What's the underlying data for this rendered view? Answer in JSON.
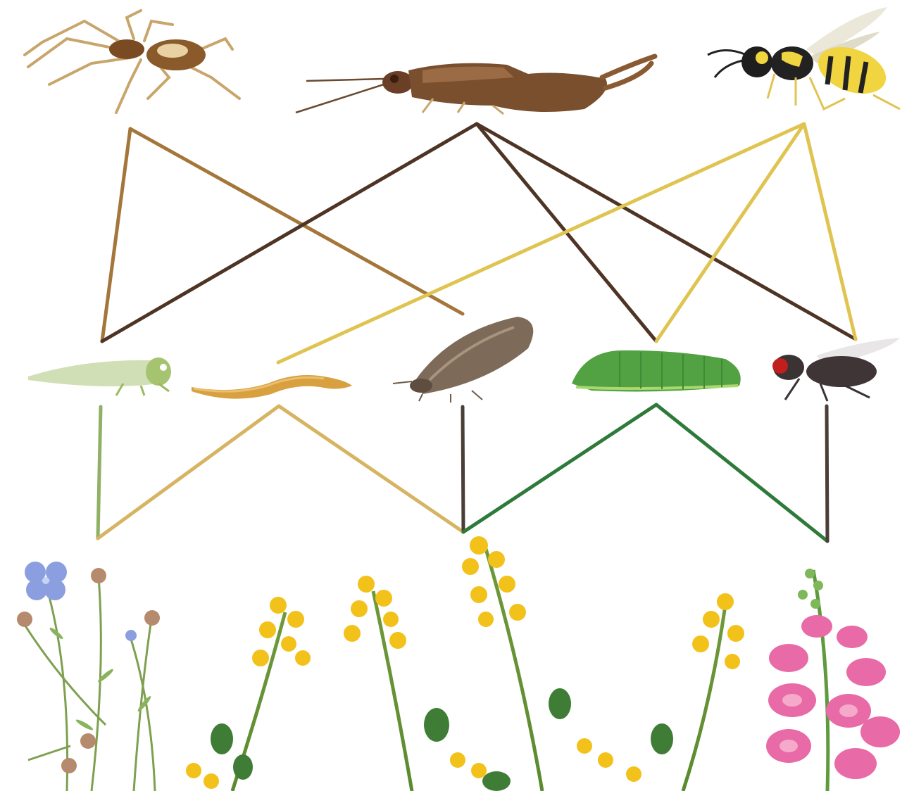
{
  "title": "",
  "predators": [
    {
      "id": "spider",
      "icon": "spider-icon",
      "color": "#a5763a"
    },
    {
      "id": "earwig",
      "icon": "earwig-icon",
      "color": "#4e3424"
    },
    {
      "id": "wasp",
      "icon": "wasp-icon",
      "color": "#e0c451"
    }
  ],
  "herbivores": [
    {
      "id": "leafhopper",
      "icon": "leafhopper-icon",
      "color": "#8fb066"
    },
    {
      "id": "larva",
      "icon": "larva-icon",
      "color": "#d6b462"
    },
    {
      "id": "psyllid",
      "icon": "moth-icon",
      "color": "#4a3e37"
    },
    {
      "id": "caterpillar",
      "icon": "caterpillar-icon",
      "color": "#2e7a3a"
    },
    {
      "id": "fly",
      "icon": "fly-icon",
      "color": "#4a3e37"
    }
  ],
  "plants": [
    {
      "id": "flax",
      "icon": "flax-flower-icon"
    },
    {
      "id": "mustard-1",
      "icon": "yellow-crucifer-icon"
    },
    {
      "id": "mustard-2",
      "icon": "yellow-crucifer-icon"
    },
    {
      "id": "mustard-3",
      "icon": "yellow-crucifer-icon"
    },
    {
      "id": "mustard-4",
      "icon": "yellow-crucifer-icon"
    },
    {
      "id": "snapdragon",
      "icon": "snapdragon-flower-icon"
    }
  ],
  "predator_links": [
    {
      "from": "spider",
      "to": "leafhopper"
    },
    {
      "from": "spider",
      "to": "psyllid"
    },
    {
      "from": "earwig",
      "to": "leafhopper"
    },
    {
      "from": "earwig",
      "to": "caterpillar"
    },
    {
      "from": "earwig",
      "to": "fly"
    },
    {
      "from": "wasp",
      "to": "larva"
    },
    {
      "from": "wasp",
      "to": "caterpillar"
    },
    {
      "from": "wasp",
      "to": "fly"
    }
  ],
  "herbivore_links": [
    {
      "from": "leafhopper",
      "to": "left-plant"
    },
    {
      "from": "larva",
      "to": "left-plant"
    },
    {
      "from": "larva",
      "to": "mid-plant"
    },
    {
      "from": "psyllid",
      "to": "mid-plant"
    },
    {
      "from": "caterpillar",
      "to": "mid-plant"
    },
    {
      "from": "caterpillar",
      "to": "right-plant"
    },
    {
      "from": "fly",
      "to": "right-plant"
    }
  ]
}
